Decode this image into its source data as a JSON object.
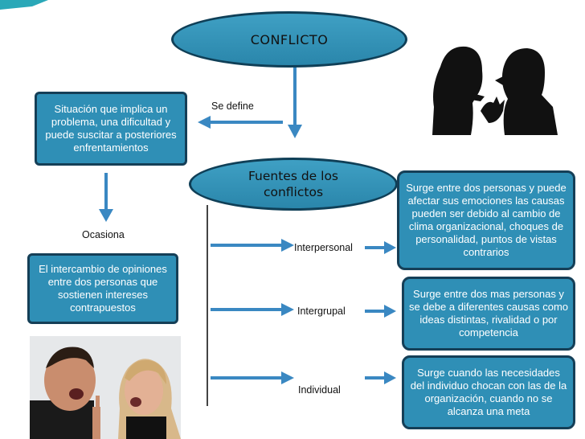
{
  "title": "CONFLICTO",
  "define_label": "Se define",
  "definition": "Situación que implica un problema, una dificultad y puede suscitar a posteriores enfrentamientos",
  "ocasiona_label": "Ocasiona",
  "consequence": "El  intercambio de opiniones entre dos personas que sostienen intereses contrapuestos",
  "sources_title": "Fuentes de los conflictos",
  "types": [
    {
      "label": "Interpersonal",
      "description": "Surge entre dos personas y puede afectar sus emociones las causas pueden ser debido al cambio de clima organizacional, choques de personalidad, puntos de vistas  contrarios"
    },
    {
      "label": "Intergrupal",
      "description": "Surge entre dos mas personas y se debe a diferentes causas como ideas distintas, rivalidad o por competencia"
    },
    {
      "label": "Individual",
      "description": "Surge cuando las necesidades del individuo chocan con las de la organización, cuando no se alcanza una meta"
    }
  ],
  "colors": {
    "box_fill": "#2f8fb6",
    "box_border": "#153f57",
    "arrow": "#3a88c2",
    "accent_teal": "#1fa3b8"
  }
}
